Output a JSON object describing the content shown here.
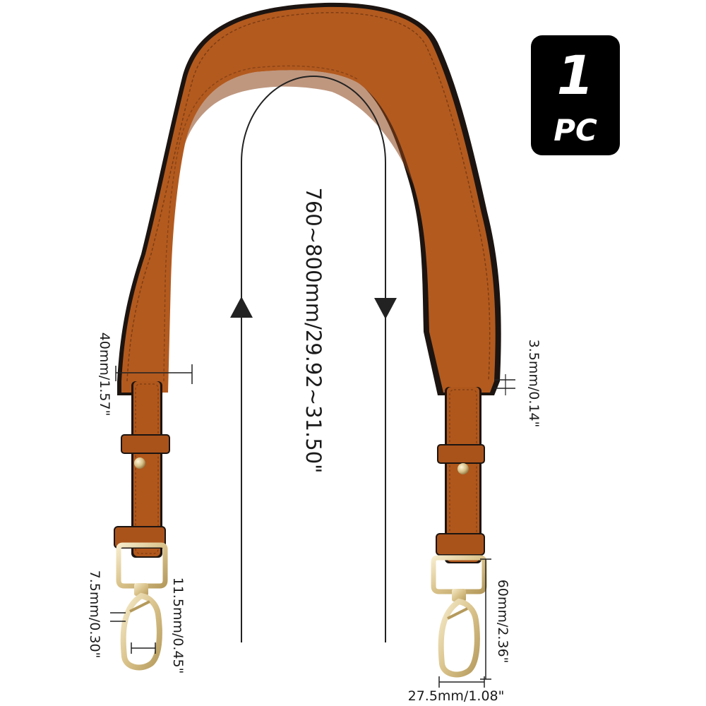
{
  "badge": {
    "count": "1",
    "unit": "PC"
  },
  "dimensions": {
    "total_length": "760~800mm/29.92~31.50\"",
    "strap_width": "40mm/1.57\"",
    "strap_thickness": "3.5mm/0.14\"",
    "hook_opening": "7.5mm/0.30\"",
    "hook_inner_width": "11.5mm/0.45\"",
    "hook_length": "60mm/2.36\"",
    "hook_width": "27.5mm/1.08\""
  },
  "colors": {
    "leather": "#b35a1f",
    "leather_dark": "#8a4116",
    "edge": "#1c1410",
    "hardware_gold": "#e2cf9e"
  }
}
